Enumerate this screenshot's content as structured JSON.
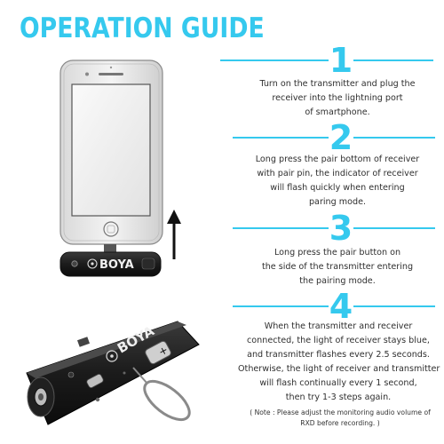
{
  "title": "OPERATION GUIDE",
  "accent_color": "#35c9ee",
  "brand": "BOYA",
  "steps": [
    {
      "number": "1",
      "lines": [
        "Turn on the transmitter and plug the",
        "receiver into the lightning port",
        "of smartphone."
      ]
    },
    {
      "number": "2",
      "lines": [
        "Long press the pair bottom of receiver",
        "with pair pin, the indicator of receiver",
        "will flash quickly when entering",
        "paring mode."
      ]
    },
    {
      "number": "3",
      "lines": [
        "Long press the pair button on",
        "the side of the transmitter entering",
        "the pairing mode."
      ]
    },
    {
      "number": "4",
      "lines": [
        "When the transmitter and receiver",
        "connected, the light of receiver stays blue,",
        "and transmitter flashes every 2.5 seconds.",
        "Otherwise, the light of receiver and transmitter",
        "will flash continually every 1 second,",
        "then try 1-3 steps again."
      ]
    }
  ],
  "note_lines": [
    "( Note : Please adjust the monitoring audio volume of",
    "RXD  before recording. )"
  ]
}
